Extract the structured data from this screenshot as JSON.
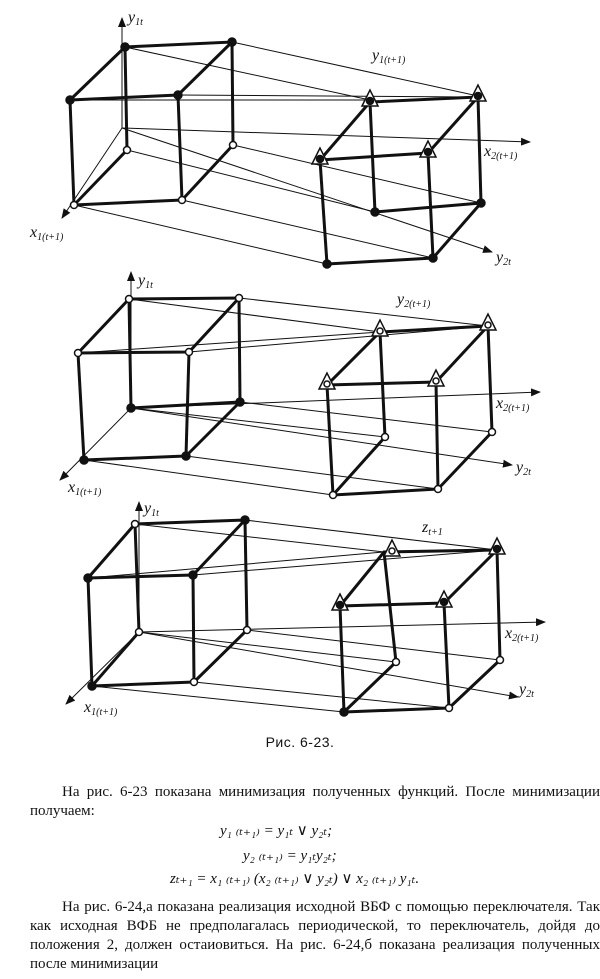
{
  "figure": {
    "caption": "Рис. 6-23.",
    "panels": [
      {
        "y_axis": "y",
        "y_sub": "1t",
        "x_axis": "x",
        "x_sub": "1(t+1)",
        "right_axis": "x",
        "right_sub": "2(t+1)",
        "depth_axis": "y",
        "depth_sub": "2t",
        "func": "y",
        "func_sub": "1(t+1)"
      },
      {
        "y_axis": "y",
        "y_sub": "1t",
        "x_axis": "x",
        "x_sub": "1(t+1)",
        "right_axis": "x",
        "right_sub": "2(t+1)",
        "depth_axis": "y",
        "depth_sub": "2t",
        "func": "y",
        "func_sub": "2(t+1)"
      },
      {
        "y_axis": "y",
        "y_sub": "1t",
        "x_axis": "x",
        "x_sub": "1(t+1)",
        "right_axis": "x",
        "right_sub": "2(t+1)",
        "depth_axis": "y",
        "depth_sub": "2t",
        "func": "z",
        "func_sub": "t+1"
      }
    ]
  },
  "text": {
    "para1": "На рис. 6-23 показана минимизация полученных функций. После минимизации получаем:",
    "eq1": "y₁ ₍ₜ₊₁₎ = y₁ₜ ∨ y₂ₜ;",
    "eq2": "y₂ ₍ₜ₊₁₎ = y₁ₜy₂ₜ;",
    "eq3": "zₜ₊₁ = x₁ ₍ₜ₊₁₎ (x₂ ₍ₜ₊₁₎ ∨ y₂ₜ) ∨ x₂ ₍ₜ₊₁₎ y₁ₜ.",
    "para2": "На рис. 6-24,а показана реализация исходной ВБФ с помощью переключателя. Так как исходная ВФБ не предполагалась периодической, то переключатель, дойдя до положения 2, должен остаиовиться. На рис. 6-24,б показана реализация полученных после минимизации"
  }
}
